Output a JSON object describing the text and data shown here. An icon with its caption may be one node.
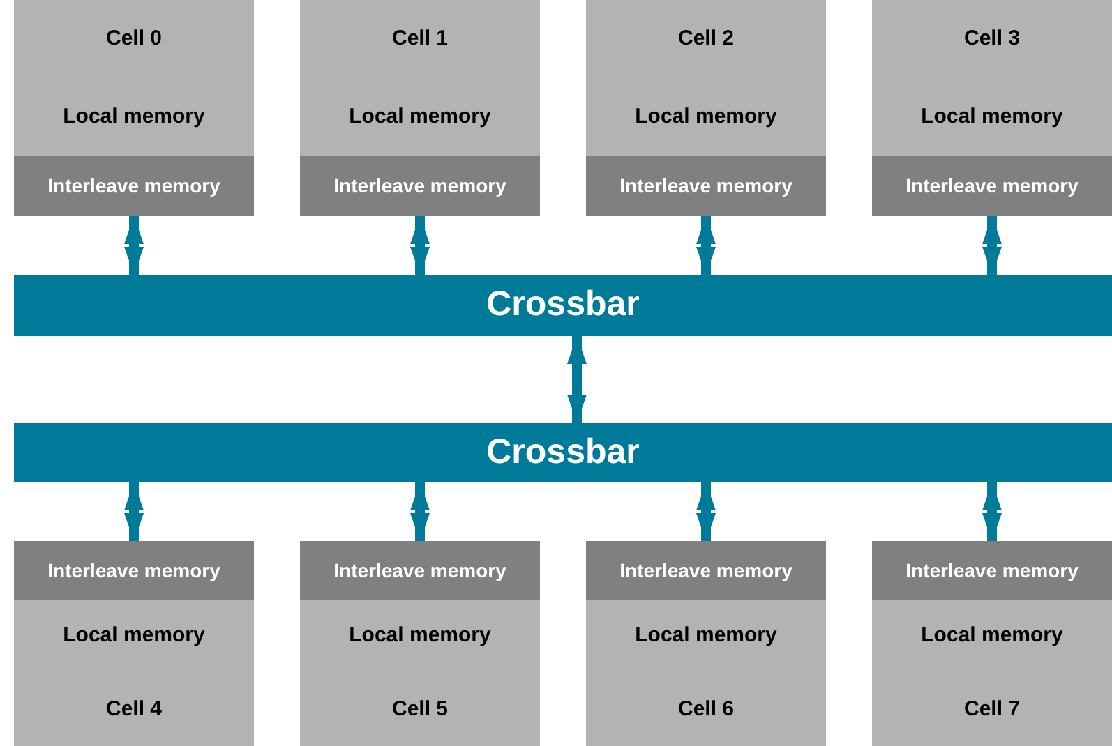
{
  "diagram": {
    "nodes": [
      {
        "text": [
          "Cell 0",
          "Local memory"
        ]
      },
      {
        "text": [
          "Interleave memory"
        ],
        "in": 0
      },
      {
        "text": [
          "Cell 1",
          "Local memory"
        ]
      },
      {
        "text": [
          "Interleave memory"
        ],
        "in": 2
      },
      {
        "text": [
          "Cell 2",
          "Local memory"
        ]
      },
      {
        "text": [
          "Interleave memory"
        ],
        "in": 4
      },
      {
        "text": [
          "Cell 3",
          "Local memory"
        ]
      },
      {
        "text": [
          "Interleave memory"
        ],
        "in": 6
      },
      {
        "text": [
          "Crossbar"
        ]
      },
      {
        "text": [
          "Crossbar"
        ]
      },
      {
        "text": [
          "Local memory",
          "Cell 4"
        ]
      },
      {
        "text": [
          "Interleave memory"
        ],
        "in": 10
      },
      {
        "text": [
          "Local memory",
          "Cell 5"
        ]
      },
      {
        "text": [
          "Interleave memory"
        ],
        "in": 12
      },
      {
        "text": [
          "Local memory",
          "Cell 6"
        ]
      },
      {
        "text": [
          "Interleave memory"
        ],
        "in": 14
      },
      {
        "text": [
          "Local memory",
          "Cell 7"
        ]
      },
      {
        "text": [
          "Interleave memory"
        ],
        "in": 16
      }
    ],
    "edges": [
      {
        "from": 1,
        "to": 8,
        "arrow": "both"
      },
      {
        "from": 3,
        "to": 8,
        "arrow": "both"
      },
      {
        "from": 5,
        "to": 8,
        "arrow": "both"
      },
      {
        "from": 7,
        "to": 8,
        "arrow": "both"
      },
      {
        "from": 8,
        "to": 9,
        "arrow": "both"
      },
      {
        "from": 9,
        "to": 11,
        "arrow": "both"
      },
      {
        "from": 9,
        "to": 13,
        "arrow": "both"
      },
      {
        "from": 9,
        "to": 15,
        "arrow": "both"
      },
      {
        "from": 9,
        "to": 17,
        "arrow": "both"
      }
    ]
  }
}
